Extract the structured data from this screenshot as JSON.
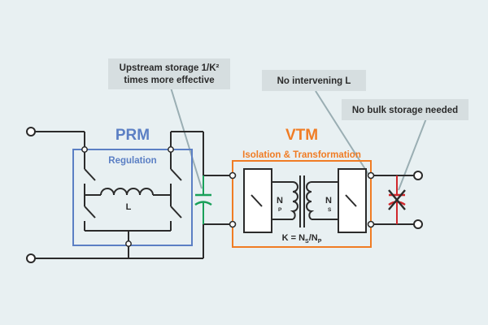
{
  "colors": {
    "background": "#e8f0f2",
    "wire": "#2b2b2b",
    "prm_accent": "#5b7fc4",
    "vtm_accent": "#f07c24",
    "capacitor": "#1aa05a",
    "removed_cap": "#d0272c",
    "callout_fill": "#d6dee0",
    "callout_line": "#9aaeb3"
  },
  "callouts": {
    "upstream_storage": {
      "line1": "Upstream storage 1/K²",
      "line2": "times more effective"
    },
    "no_intervening_l": {
      "text": "No intervening L"
    },
    "no_bulk_storage": {
      "text": "No bulk storage needed"
    }
  },
  "prm": {
    "title": "PRM",
    "subtitle": "Regulation",
    "inductor_label": "L"
  },
  "vtm": {
    "title": "VTM",
    "subtitle": "Isolation & Transformation",
    "primary_label": {
      "main": "N",
      "sub": "P"
    },
    "secondary_label": {
      "main": "N",
      "sub": "S"
    },
    "ratio": {
      "prefix": "K = N",
      "sub1": "S",
      "mid": "/N",
      "sub2": "P"
    }
  }
}
